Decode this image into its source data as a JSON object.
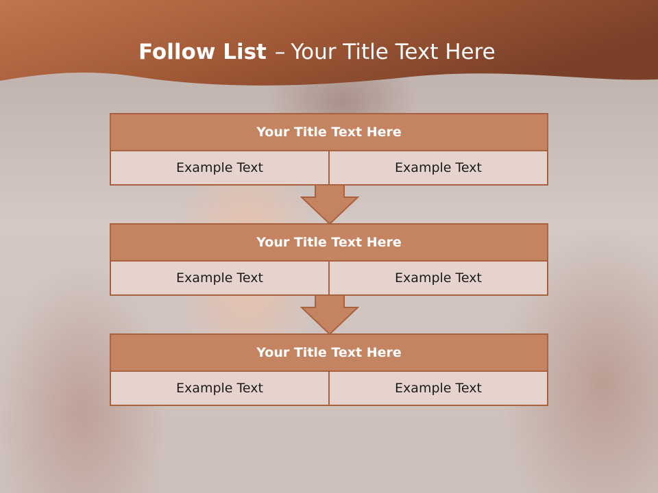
{
  "slide": {
    "title_bold": "Follow List",
    "title_sep": "–",
    "title_rest": "Your Title Text Here"
  },
  "steps": [
    {
      "title": "Your Title Text Here",
      "left": "Example Text",
      "right": "Example Text"
    },
    {
      "title": "Your Title Text Here",
      "left": "Example Text",
      "right": "Example Text"
    },
    {
      "title": "Your Title Text Here",
      "left": "Example Text",
      "right": "Example Text"
    }
  ],
  "colors": {
    "banner_dark": "#7a4028",
    "banner_light": "#c0764f",
    "box_title": "#c48461",
    "box_border": "#a8623f",
    "box_cell": "#e7d3cd"
  }
}
